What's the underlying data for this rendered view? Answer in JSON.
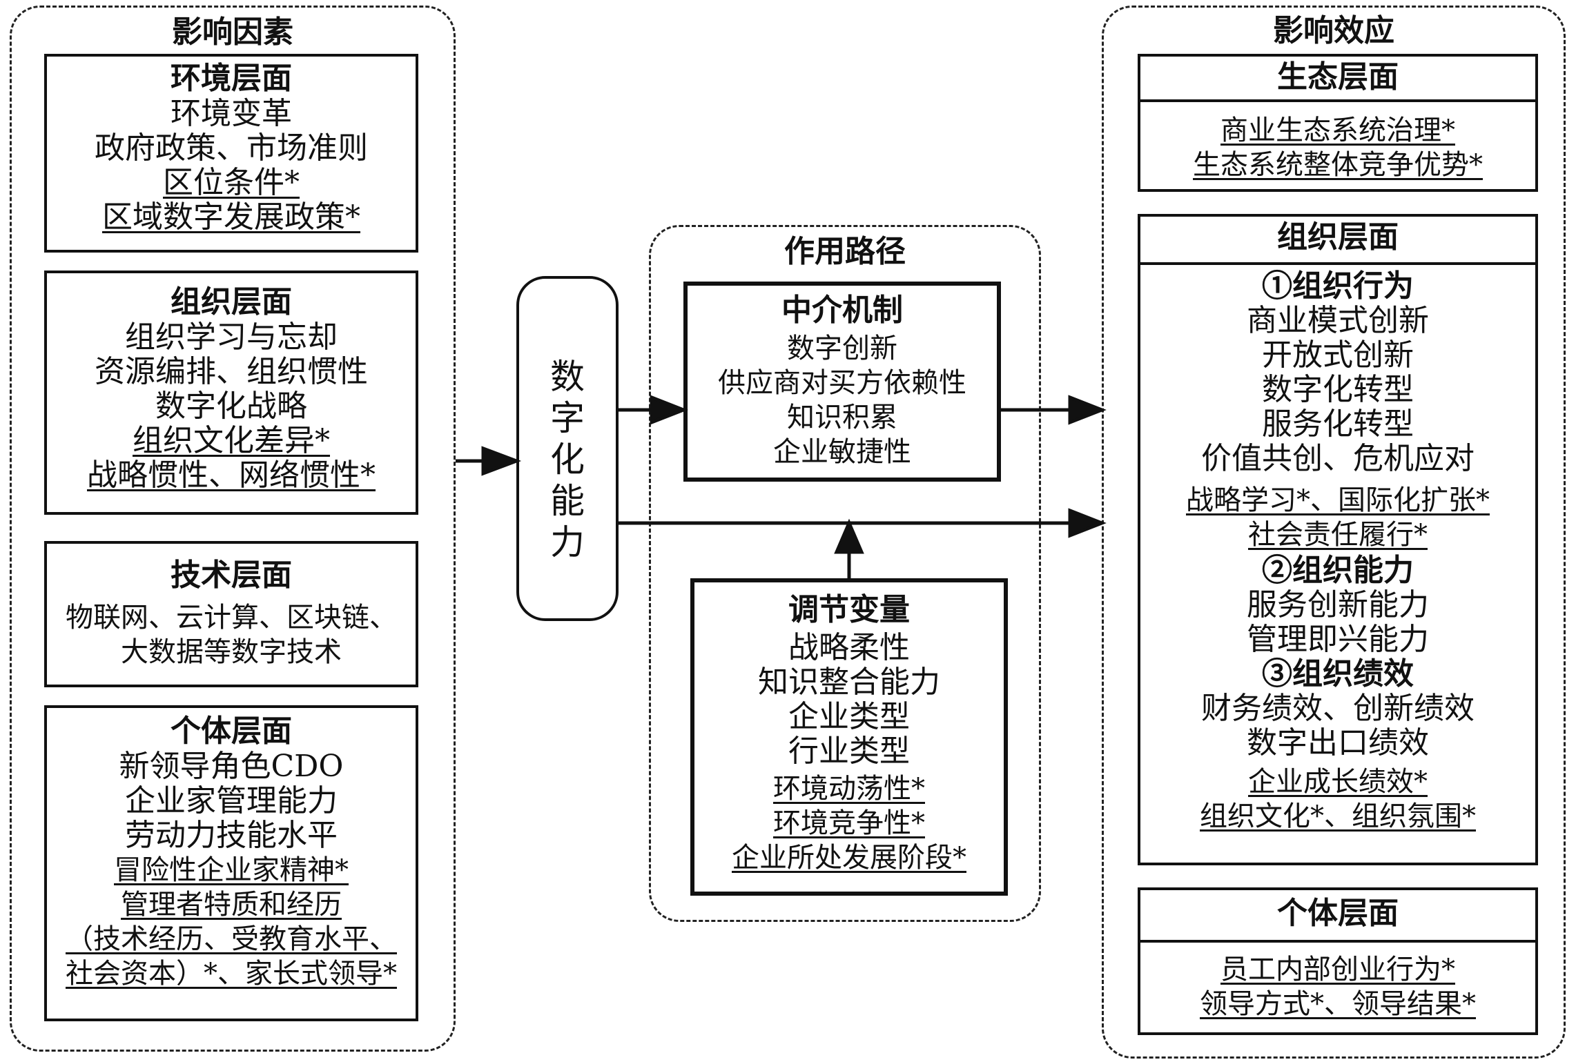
{
  "factors": {
    "title": "影响因素",
    "environment": {
      "title": "环境层面",
      "lines": [
        "环境变革",
        "政府政策、市场准则"
      ],
      "underlined": [
        "区位条件*",
        "区域数字发展政策*"
      ]
    },
    "organization": {
      "title": "组织层面",
      "lines": [
        "组织学习与忘却",
        "资源编排、组织惯性",
        "数字化战略"
      ],
      "underlined": [
        "组织文化差异*",
        "战略惯性、网络惯性*"
      ]
    },
    "technology": {
      "title": "技术层面",
      "lines": [
        "物联网、云计算、区块链、",
        "大数据等数字技术"
      ]
    },
    "individual": {
      "title": "个体层面",
      "lines": [
        "新领导角色CDO",
        "企业家管理能力",
        "劳动力技能水平"
      ],
      "underlined": [
        "冒险性企业家精神*",
        "管理者特质和经历",
        "（技术经历、受教育水平、",
        "社会资本）*、家长式领导*"
      ]
    }
  },
  "capability": {
    "label": [
      "数",
      "字",
      "化",
      "能",
      "力"
    ]
  },
  "path": {
    "title": "作用路径",
    "mediator": {
      "title": "中介机制",
      "lines": [
        "数字创新",
        "供应商对买方依赖性",
        "知识积累",
        "企业敏捷性"
      ]
    },
    "moderator": {
      "title": "调节变量",
      "lines": [
        "战略柔性",
        "知识整合能力",
        "企业类型",
        "行业类型"
      ],
      "underlined": [
        "环境动荡性*",
        "环境竞争性*",
        "企业所处发展阶段*"
      ]
    }
  },
  "effects": {
    "title": "影响效应",
    "ecology": {
      "title": "生态层面",
      "underlined": [
        "商业生态系统治理*",
        "生态系统整体竞争优势*"
      ]
    },
    "organization": {
      "title": "组织层面",
      "behavior": {
        "heading": "①组织行为",
        "lines": [
          "商业模式创新",
          "开放式创新",
          "数字化转型",
          "服务化转型",
          "价值共创、危机应对"
        ],
        "underlined": [
          "战略学习*、国际化扩张*",
          "社会责任履行*"
        ]
      },
      "capability": {
        "heading": "②组织能力",
        "lines": [
          "服务创新能力",
          "管理即兴能力"
        ]
      },
      "performance": {
        "heading": "③组织绩效",
        "lines": [
          "财务绩效、创新绩效",
          "数字出口绩效"
        ],
        "underlined": [
          "企业成长绩效*",
          "组织文化*、组织氛围*"
        ]
      }
    },
    "individual": {
      "title": "个体层面",
      "underlined": [
        "员工内部创业行为*",
        "领导方式*、领导结果*"
      ]
    }
  }
}
